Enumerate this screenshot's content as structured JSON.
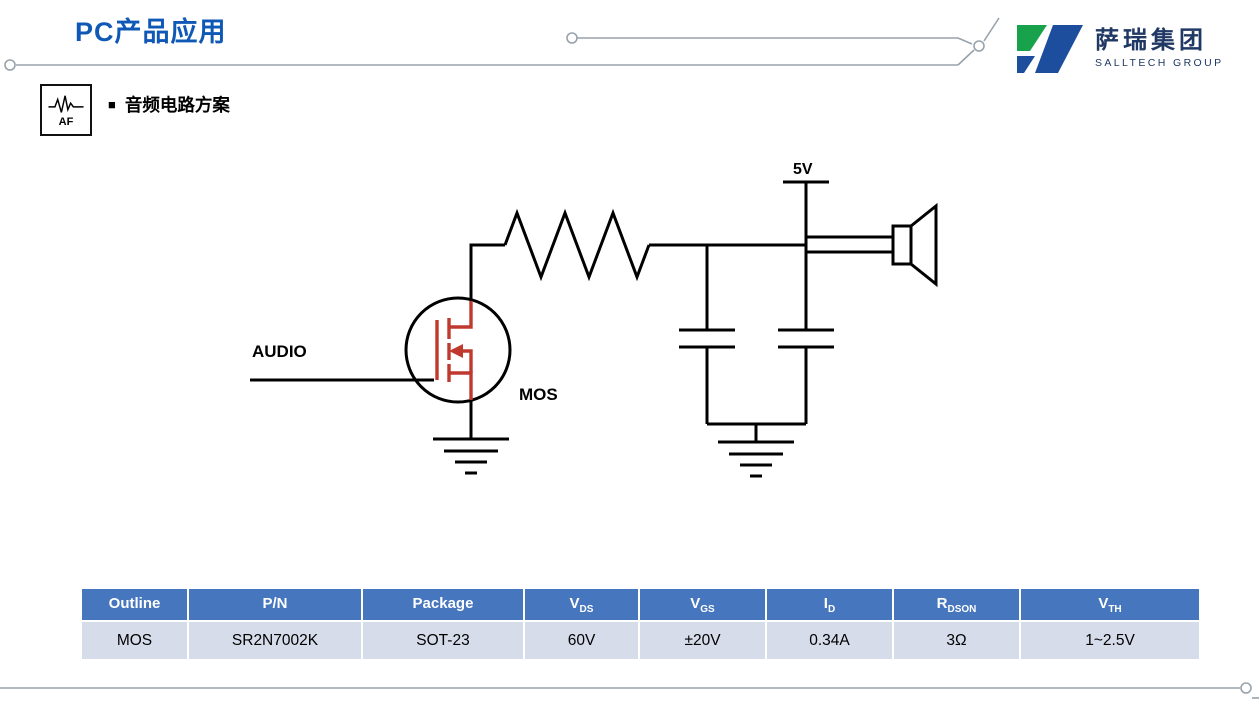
{
  "header": {
    "title": "PC产品应用",
    "logo_cn": "萨瑞集团",
    "logo_en": "SALLTECH GROUP"
  },
  "section": {
    "bullet": "■",
    "title": "音频电路方案",
    "af_label": "AF"
  },
  "circuit": {
    "labels": {
      "audio": "AUDIO",
      "mos": "MOS",
      "supply": "5V"
    },
    "components": [
      "mosfet",
      "resistor",
      "capacitor",
      "capacitor",
      "ground",
      "ground",
      "speaker",
      "5v-rail"
    ]
  },
  "table": {
    "headers": [
      {
        "main": "Outline",
        "sub": ""
      },
      {
        "main": "P/N",
        "sub": ""
      },
      {
        "main": "Package",
        "sub": ""
      },
      {
        "main": "V",
        "sub": "DS"
      },
      {
        "main": "V",
        "sub": "GS"
      },
      {
        "main": "I",
        "sub": "D"
      },
      {
        "main": "R",
        "sub": "DSON"
      },
      {
        "main": "V",
        "sub": "TH"
      }
    ],
    "rows": [
      [
        "MOS",
        "SR2N7002K",
        "SOT-23",
        "60V",
        "±20V",
        "0.34A",
        "3Ω",
        "1~2.5V"
      ]
    ]
  },
  "colors": {
    "title_blue": "#1058b6",
    "table_header": "#4576be",
    "table_row": "#d6dcea",
    "mosfet_red": "#c0392e",
    "wire": "#000000",
    "decor_gray": "#98a2ab",
    "logo_navy": "#203864",
    "logo_green": "#18a24c",
    "logo_blue": "#1d4e9e"
  }
}
